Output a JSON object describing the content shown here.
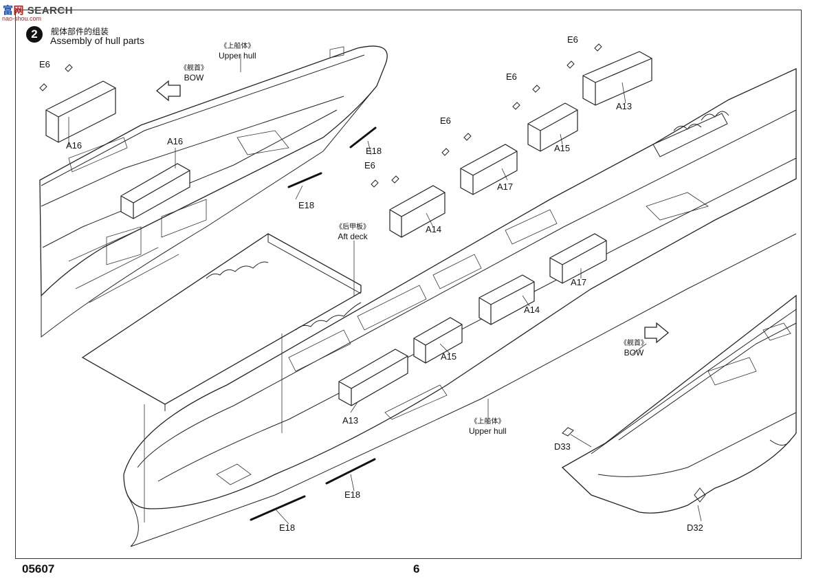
{
  "watermark": {
    "brand_a": "富",
    "brand_b": "网",
    "brand_text": " SEARCH",
    "sub": "nao-shou.com"
  },
  "step": {
    "number": "2",
    "title_cn": "舰体部件的组装",
    "title_en": "Assembly of hull parts"
  },
  "callouts": {
    "upper_hull_top": {
      "cn": "《上船体》",
      "en": "Upper hull"
    },
    "bow_top": {
      "cn": "《舰首》",
      "en": "BOW"
    },
    "aft_deck": {
      "cn": "《后甲板》",
      "en": "Aft deck"
    },
    "upper_hull_mid": {
      "cn": "《上船体》",
      "en": "Upper hull"
    },
    "bow_right": {
      "cn": "《舰首》",
      "en": "BOW"
    }
  },
  "parts": {
    "e6_a": "E6",
    "a16_a": "A16",
    "a16_b": "A16",
    "e18_a": "E18",
    "e18_b": "E18",
    "e6_b": "E6",
    "a14_a": "A14",
    "e6_c": "E6",
    "a17_a": "A17",
    "e6_d": "E6",
    "a15_a": "A15",
    "e6_e": "E6",
    "a13_a": "A13",
    "a17_b": "A17",
    "a14_b": "A14",
    "a15_b": "A15",
    "a13_b": "A13",
    "e18_c": "E18",
    "e18_d": "E18",
    "d33": "D33",
    "d32": "D32"
  },
  "footer": {
    "code": "05607",
    "page": "6"
  }
}
